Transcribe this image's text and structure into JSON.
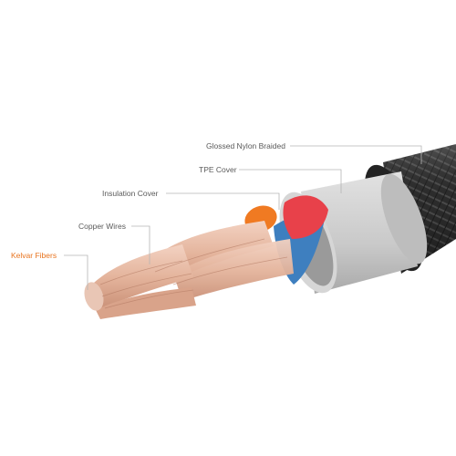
{
  "diagram": {
    "labels": [
      {
        "id": "glossed-nylon-braided",
        "text": "Glossed Nylon Braided",
        "color": "#5a5a5a"
      },
      {
        "id": "tpe-cover",
        "text": "TPE Cover",
        "color": "#5a5a5a"
      },
      {
        "id": "insulation-cover",
        "text": "Insulation Cover",
        "color": "#5a5a5a"
      },
      {
        "id": "copper-wires",
        "text": "Copper Wires",
        "color": "#5a5a5a"
      },
      {
        "id": "kelvar-fibers",
        "text": "Kelvar Fibers",
        "color": "#e8741f"
      }
    ],
    "colors": {
      "braid": "#2b2b2b",
      "tpe": "#c9c9c9",
      "copper": "#e4b49c",
      "orange_insulation": "#f07a22",
      "red_insulation": "#e8414a",
      "blue_insulation": "#3e7fbf",
      "leader_line": "#b5b5b5"
    }
  }
}
